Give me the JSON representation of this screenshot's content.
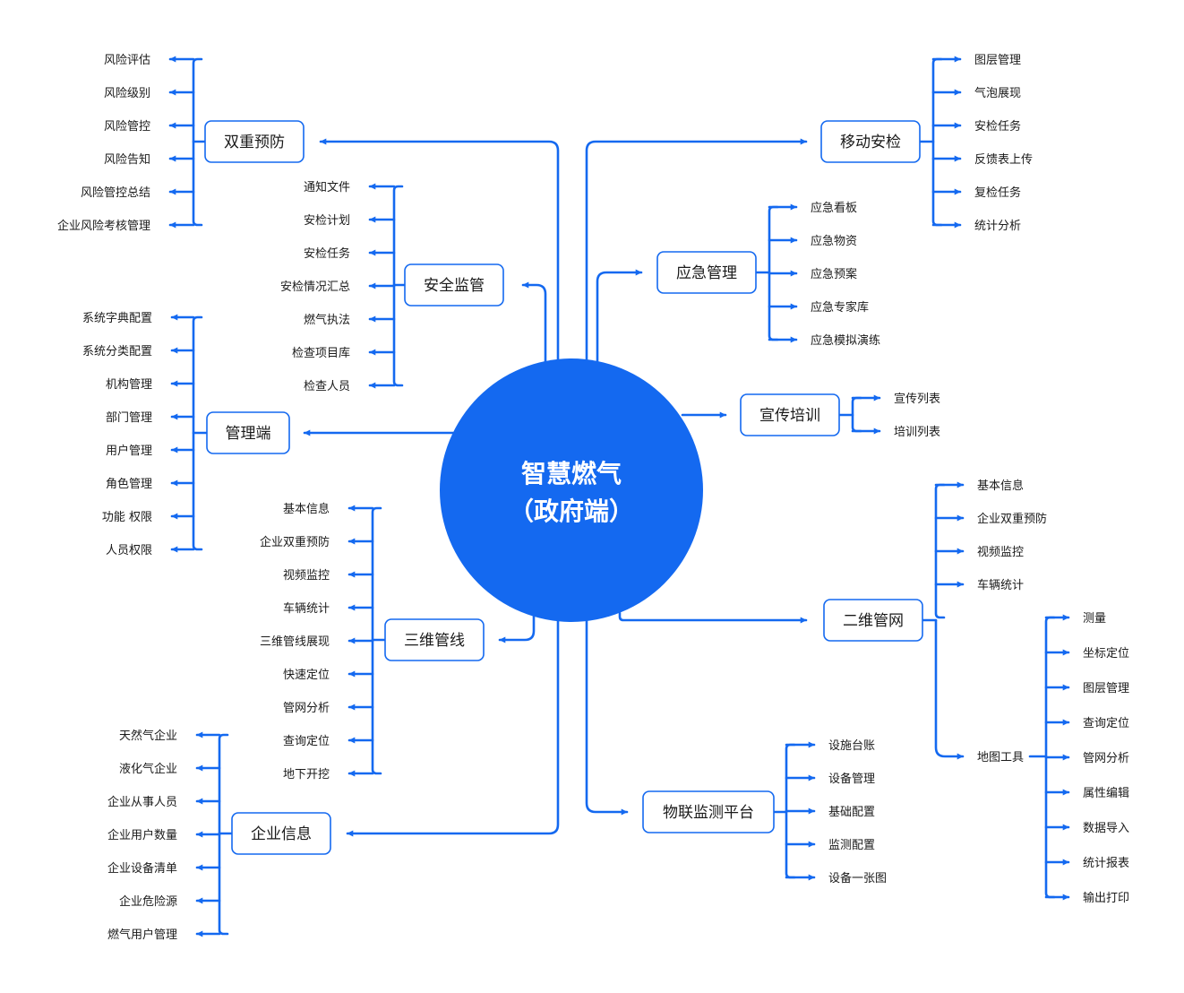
{
  "colors": {
    "accent": "#1469f0",
    "box_border": "#1469f0",
    "text": "#1a1a1a",
    "background": "#ffffff"
  },
  "center": {
    "line1": "智慧燃气",
    "line2": "（政府端）"
  },
  "branches": [
    {
      "id": "dual",
      "label": "双重预防",
      "items": [
        "风险评估",
        "风险级别",
        "风险管控",
        "风险告知",
        "风险管控总结",
        "企业风险考核管理"
      ]
    },
    {
      "id": "safety",
      "label": "安全监管",
      "items": [
        "通知文件",
        "安检计划",
        "安检任务",
        "安检情况汇总",
        "燃气执法",
        "检查项目库",
        "检查人员"
      ]
    },
    {
      "id": "admin",
      "label": "管理端",
      "items": [
        "系统字典配置",
        "系统分类配置",
        "机构管理",
        "部门管理",
        "用户管理",
        "角色管理",
        "功能 权限",
        "人员权限"
      ]
    },
    {
      "id": "pipe3d",
      "label": "三维管线",
      "items": [
        "基本信息",
        "企业双重预防",
        "视频监控",
        "车辆统计",
        "三维管线展现",
        "快速定位",
        "管网分析",
        "查询定位",
        "地下开挖"
      ]
    },
    {
      "id": "enterprise",
      "label": "企业信息",
      "items": [
        "天然气企业",
        "液化气企业",
        "企业从事人员",
        "企业用户数量",
        "企业设备清单",
        "企业危险源",
        "燃气用户管理"
      ]
    },
    {
      "id": "mobile",
      "label": "移动安检",
      "items": [
        "图层管理",
        "气泡展现",
        "安检任务",
        "反馈表上传",
        "复检任务",
        "统计分析"
      ]
    },
    {
      "id": "emergency",
      "label": "应急管理",
      "items": [
        "应急看板",
        "应急物资",
        "应急预案",
        "应急专家库",
        "应急模拟演练"
      ]
    },
    {
      "id": "training",
      "label": "宣传培训",
      "items": [
        "宣传列表",
        "培训列表"
      ]
    },
    {
      "id": "pipe2d",
      "label": "二维管网",
      "items": [
        "基本信息",
        "企业双重预防",
        "视频监控",
        "车辆统计",
        "地图工具"
      ]
    },
    {
      "id": "maptools",
      "label": "地图工具",
      "items": [
        "测量",
        "坐标定位",
        "图层管理",
        "查询定位",
        "管网分析",
        "属性编辑",
        "数据导入",
        "统计报表",
        "输出打印"
      ]
    },
    {
      "id": "iot",
      "label": "物联监测平台",
      "items": [
        "设施台账",
        "设备管理",
        "基础配置",
        "监测配置",
        "设备一张图"
      ]
    }
  ]
}
